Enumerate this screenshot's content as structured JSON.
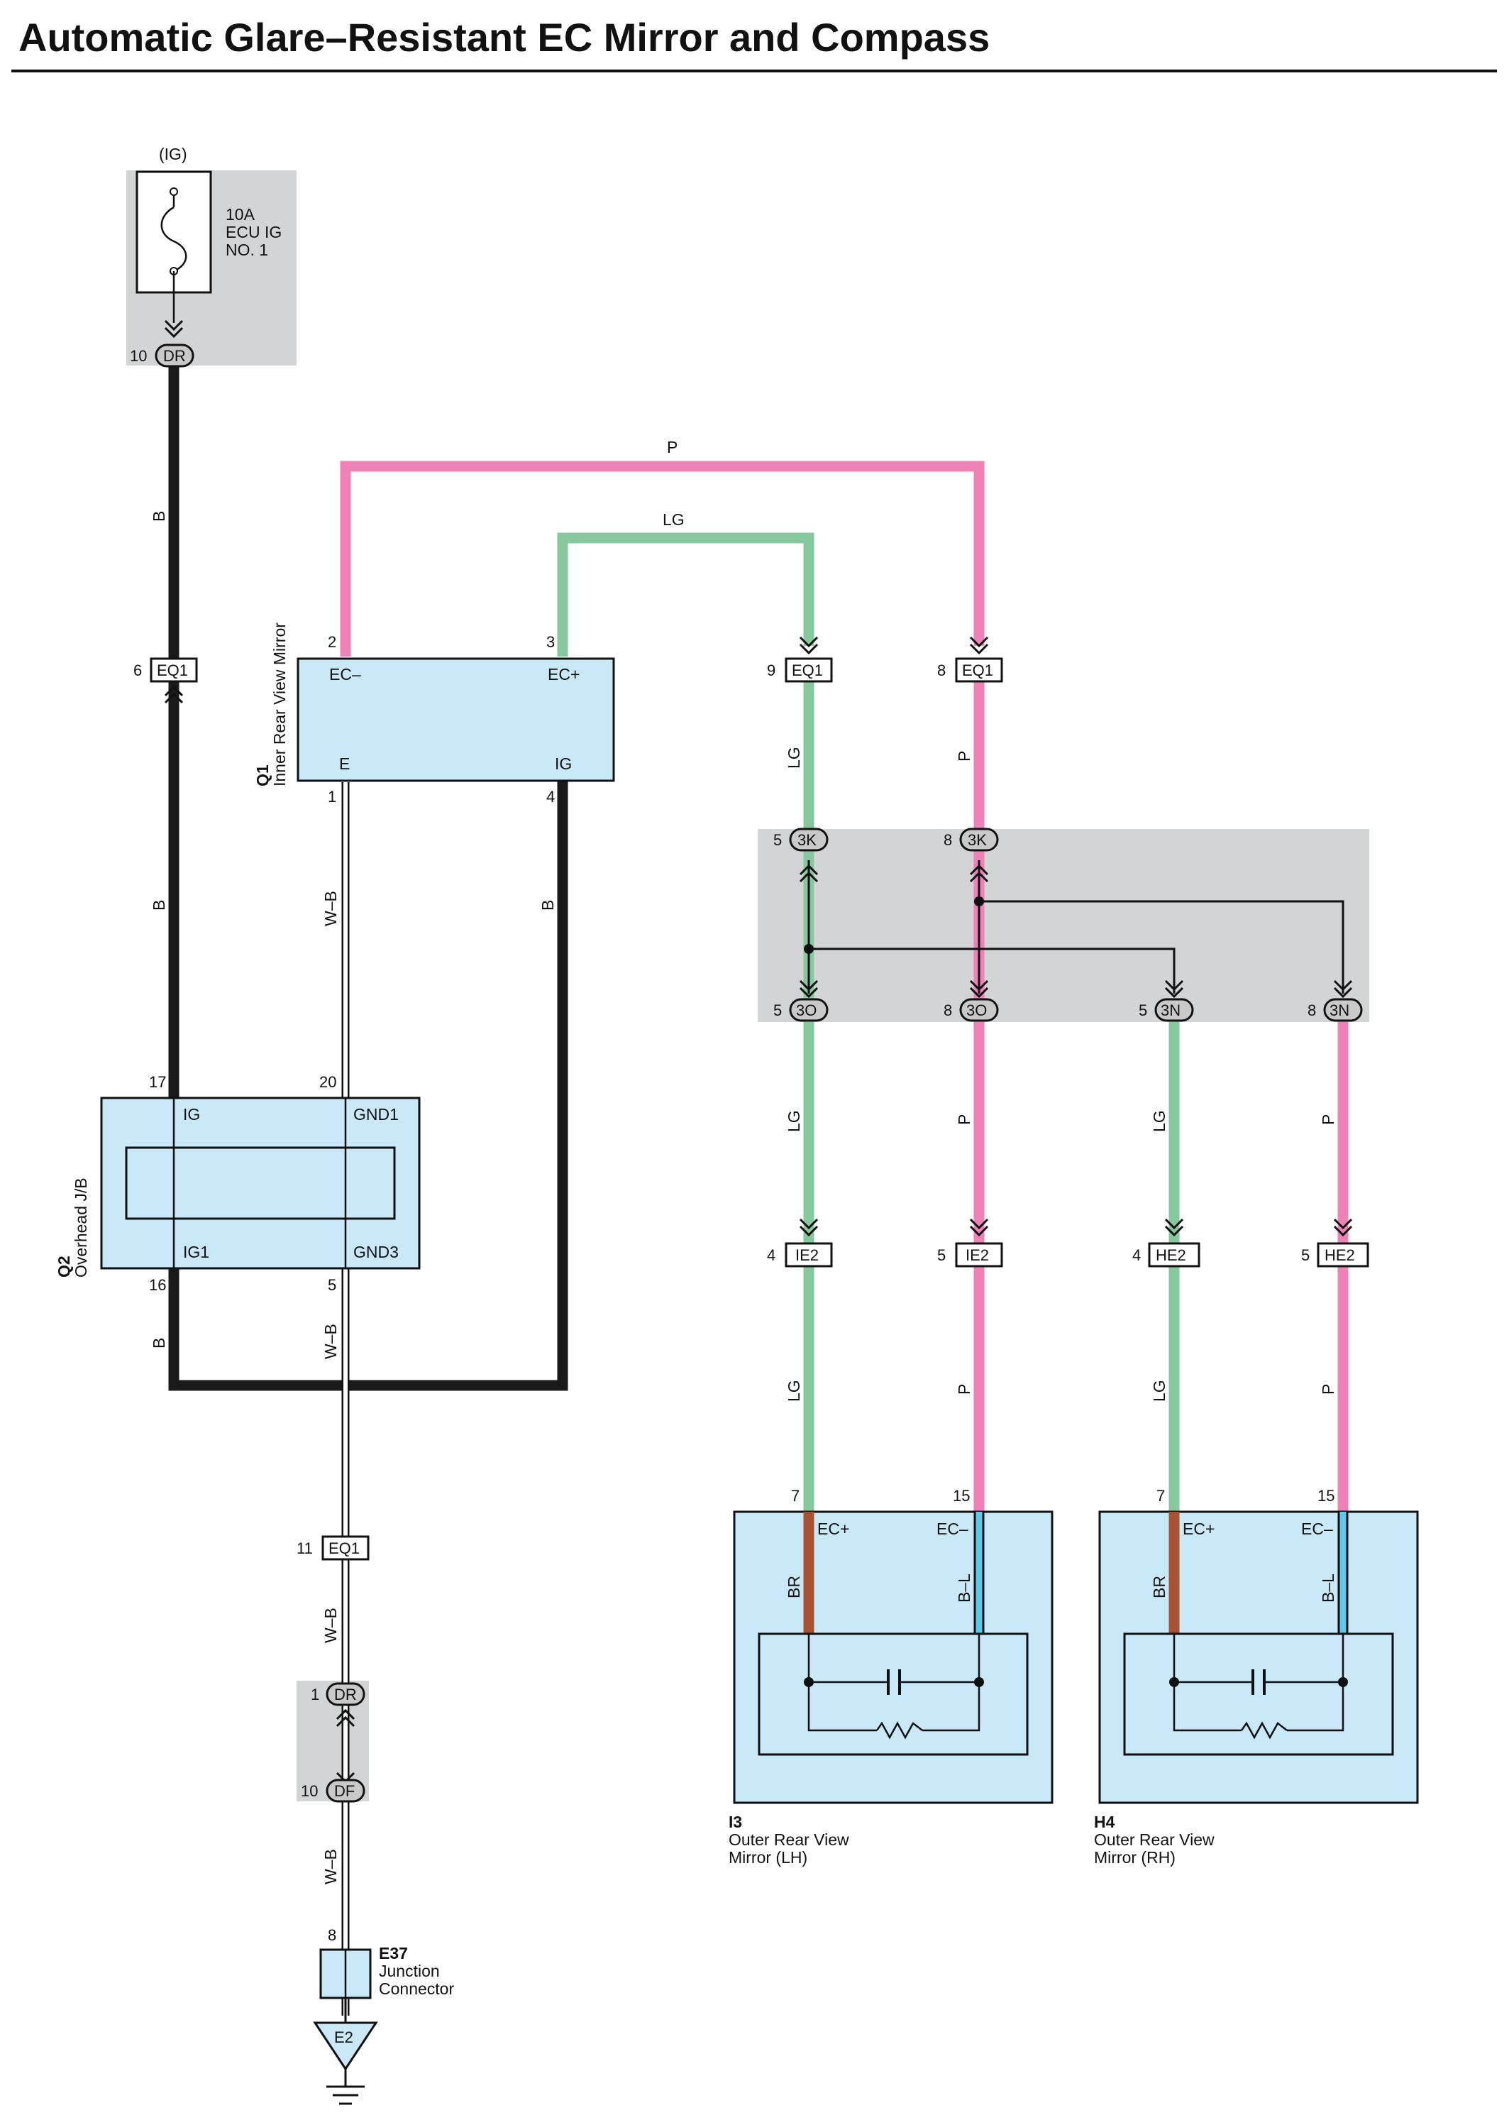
{
  "title": "Automatic Glare–Resistant EC Mirror and Compass",
  "fuse": {
    "source": "(IG)",
    "rating": "10A",
    "name_line1": "ECU IG",
    "name_line2": "NO. 1",
    "pin": "10",
    "connector": "DR"
  },
  "inner_mirror": {
    "code": "Q1",
    "name": "Inner Rear View Mirror",
    "term_ec_minus": "EC–",
    "term_ec_plus": "EC+",
    "term_e": "E",
    "term_ig": "IG",
    "pin_ec_minus": "2",
    "pin_ec_plus": "3",
    "pin_e": "1",
    "pin_ig": "4"
  },
  "overhead_jb": {
    "code": "Q2",
    "name": "Overhead J/B",
    "term_ig": "IG",
    "term_gnd1": "GND1",
    "term_ig1": "IG1",
    "term_gnd3": "GND3",
    "pin_ig": "17",
    "pin_gnd1": "20",
    "pin_ig1": "16",
    "pin_gnd3": "5"
  },
  "connectors": {
    "eq1_a": {
      "pin": "6",
      "name": "EQ1"
    },
    "eq1_b": {
      "pin": "9",
      "name": "EQ1"
    },
    "eq1_c": {
      "pin": "8",
      "name": "EQ1"
    },
    "eq1_d": {
      "pin": "11",
      "name": "EQ1"
    },
    "k3_a": {
      "pin": "5",
      "name": "3K"
    },
    "k3_b": {
      "pin": "8",
      "name": "3K"
    },
    "o3_a": {
      "pin": "5",
      "name": "3O"
    },
    "o3_b": {
      "pin": "8",
      "name": "3O"
    },
    "n3_a": {
      "pin": "5",
      "name": "3N"
    },
    "n3_b": {
      "pin": "8",
      "name": "3N"
    },
    "ie2_a": {
      "pin": "4",
      "name": "IE2"
    },
    "ie2_b": {
      "pin": "5",
      "name": "IE2"
    },
    "he2_a": {
      "pin": "4",
      "name": "HE2"
    },
    "he2_b": {
      "pin": "5",
      "name": "HE2"
    },
    "dr_2": {
      "pin": "1",
      "name": "DR"
    },
    "df": {
      "pin": "10",
      "name": "DF"
    }
  },
  "wire_colors": {
    "black": "B",
    "pink": "P",
    "light_green": "LG",
    "white_black": "W–B",
    "brown": "BR",
    "blue_light": "B–L"
  },
  "colors": {
    "black": "#1a1a1a",
    "pink": "#ee82b6",
    "light_green": "#86c99e",
    "brown": "#a65233",
    "blue_light": "#5fc7e8",
    "component_fill": "#c9e8f8",
    "box_gray": "#d3d4d6"
  },
  "outer_mirror_lh": {
    "code": "I3",
    "name_line1": "Outer Rear View",
    "name_line2": "Mirror (LH)",
    "term_ec_plus": "EC+",
    "term_ec_minus": "EC–",
    "pin_ec_plus": "7",
    "pin_ec_minus": "15"
  },
  "outer_mirror_rh": {
    "code": "H4",
    "name_line1": "Outer Rear View",
    "name_line2": "Mirror (RH)",
    "term_ec_plus": "EC+",
    "term_ec_minus": "EC–",
    "pin_ec_plus": "7",
    "pin_ec_minus": "15"
  },
  "junction": {
    "code": "E37",
    "name_line1": "Junction",
    "name_line2": "Connector",
    "pin": "8"
  },
  "ground": {
    "name": "E2"
  }
}
